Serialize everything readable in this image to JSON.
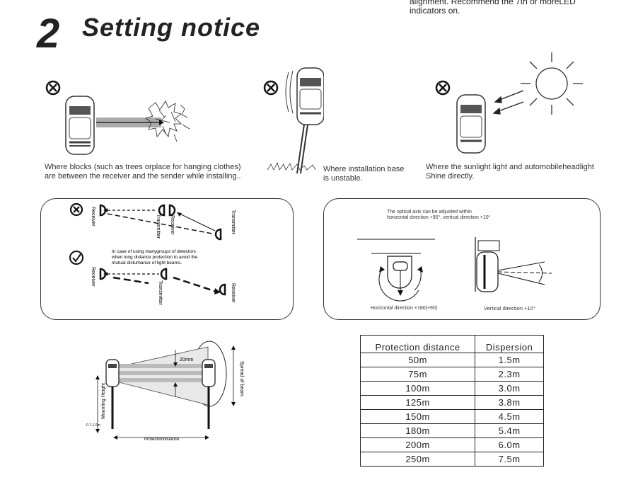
{
  "header": {
    "number": "2",
    "title": "Setting notice"
  },
  "top_note": {
    "line1": "alignment. Recommend the 7th or moreLED",
    "line2": "indicators on."
  },
  "warnings": [
    {
      "line1": "Where blocks (such as trees orplace for hanging clothes)",
      "line2": "are between the receiver and the sender while installing.."
    },
    {
      "line1": "Where installation base",
      "line2": "is unstable."
    },
    {
      "line1": "Where  the sunlight light and automobileheadlight",
      "line2": "Shine directly."
    }
  ],
  "beam_diagram": {
    "receiver": "Receiver",
    "transmitter": "Transmitter",
    "multi_note": [
      "In case of using manygroups of detectors",
      "when long distance protection to avoid the",
      "mutual disturbance of light beams."
    ]
  },
  "optical_axis": {
    "note_line1": "The optical axis can be adjusted within",
    "note_line2": "horizontal direction +90°, vertical direction +10°",
    "horizontal_label": "Horizontal direction +180(+90)",
    "vertical_label": "Vertical direction +10°"
  },
  "spread_diagram": {
    "beam_gap": "20mm",
    "spread_label": "Spread of beam",
    "mounting_label": "Mounting Height",
    "height_range": "0.7-1.0m",
    "distance_label": "Protectiondistance"
  },
  "protection_table": {
    "headers": [
      "Protection distance",
      "Dispersion"
    ],
    "rows": [
      [
        "50m",
        "1.5m"
      ],
      [
        "75m",
        "2.3m"
      ],
      [
        "100m",
        "3.0m"
      ],
      [
        "125m",
        "3.8m"
      ],
      [
        "150m",
        "4.5m"
      ],
      [
        "180m",
        "5.4m"
      ],
      [
        "200m",
        "6.0m"
      ],
      [
        "250m",
        "7.5m"
      ]
    ]
  }
}
